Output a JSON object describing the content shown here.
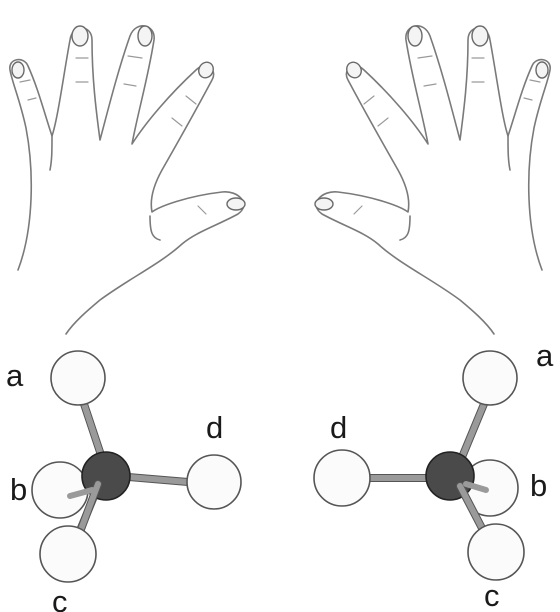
{
  "labels": {
    "left_molecule": {
      "a": "a",
      "b": "b",
      "c": "c",
      "d": "d"
    },
    "right_molecule": {
      "a": "a",
      "b": "b",
      "c": "c",
      "d": "d"
    }
  },
  "colors": {
    "outline": "#7a7a7a",
    "stereocenter": "#4a4a4a",
    "substituent": "#fbfbfb"
  }
}
